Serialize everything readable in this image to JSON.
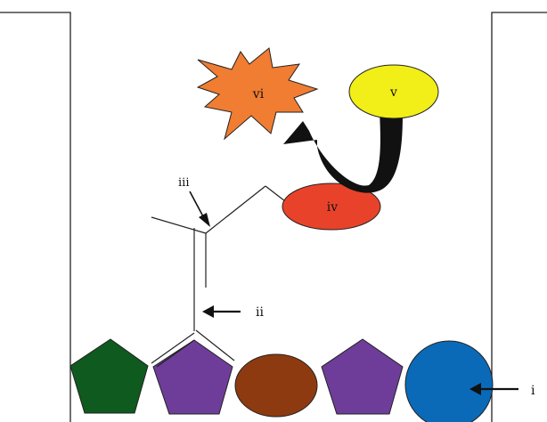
{
  "labels": {
    "i": "i",
    "ii": "ii",
    "iii": "iii",
    "iv": "iv",
    "v": "v",
    "vi": "vi"
  },
  "colors": {
    "green_pentagon": "#0f5a1f",
    "purple_pentagon": "#6e3d99",
    "brown_oval": "#8e3a10",
    "blue_circle": "#0a6ab8",
    "red_oval": "#e8432a",
    "yellow_oval": "#f2ee17",
    "orange_star": "#f07d32",
    "black_arrow": "#111111"
  }
}
